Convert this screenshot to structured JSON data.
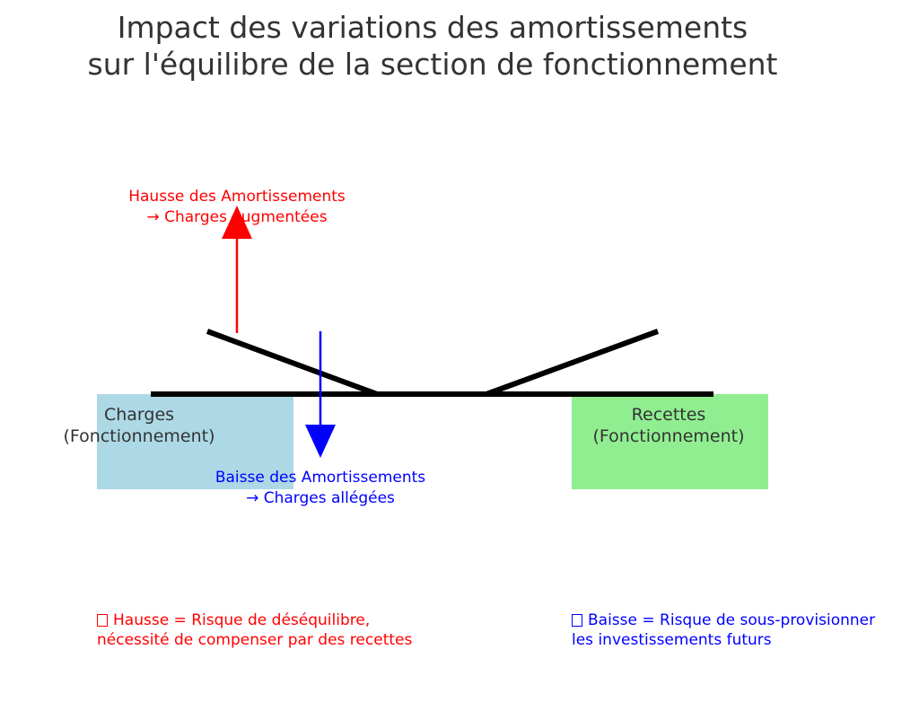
{
  "title": {
    "line1": "Impact des variations des amortissements",
    "line2": "sur l'équilibre de la section de fonctionnement"
  },
  "colors": {
    "charges_box": "#add8e6",
    "recettes_box": "#90ee90",
    "increase": "#ff0000",
    "decrease": "#0000ff",
    "beam": "#000000",
    "text": "#333333"
  },
  "boxes": {
    "charges": {
      "line1": "Charges",
      "line2": "(Fonctionnement)"
    },
    "recettes": {
      "line1": "Recettes",
      "line2": "(Fonctionnement)"
    }
  },
  "arrows": {
    "hausse": {
      "line1": "Hausse des Amortissements",
      "line2": "→ Charges augmentées",
      "icon": "arrow-up"
    },
    "baisse": {
      "line1": "Baisse des Amortissements",
      "line2": "→ Charges allégées",
      "icon": "arrow-down"
    }
  },
  "notes": {
    "hausse": {
      "icon": "warning-glyph",
      "line1": "Hausse = Risque de déséquilibre,",
      "line2": "nécessité de compenser par des recettes"
    },
    "baisse": {
      "icon": "warning-glyph",
      "line1": "Baisse = Risque de sous-provisionner",
      "line2": "les investissements futurs"
    }
  }
}
